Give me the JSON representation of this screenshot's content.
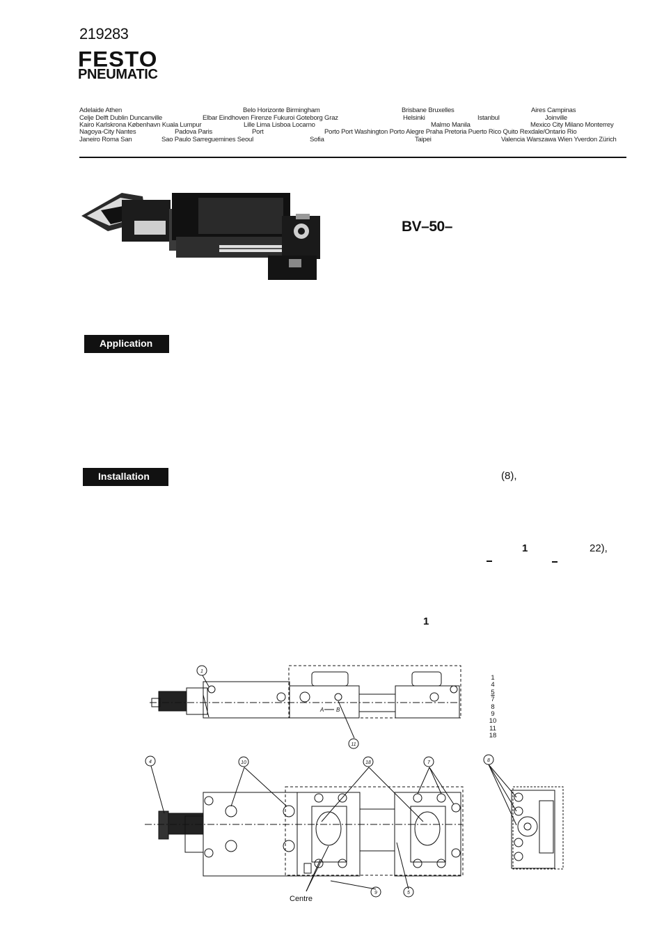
{
  "header": {
    "doc_number": "219283",
    "brand_line1": "FESTO",
    "brand_line2": "PNEUMATIC"
  },
  "city_rows": [
    [
      "Adelaide Athen",
      "Belo Horizonte Birmingham",
      "Brisbane Bruxelles",
      "Aires Campinas"
    ],
    [
      "Celje Delft Dublin Duncanville",
      "Elbar Eindhoven Firenze Fukuroi Goteborg Graz",
      "Helsinki",
      "Istanbul",
      "Joinville"
    ],
    [
      "Kairo Karlskrona København Kuala Lumpur",
      "Lille Lima Lisboa Locarno",
      "Malmo Manila",
      "Mexico City Milano Monterrey"
    ],
    [
      "Nagoya-City Nantes",
      "Padova Paris",
      "Port",
      "Porto Port Washington Porto Alegre Praha Pretoria Puerto Rico Quito Rexdale/Ontario Rio"
    ],
    [
      "Janeiro Roma San",
      "Sao Paulo Sarreguemines Seoul",
      "Sofia",
      "Taipei",
      "Valencia Warszawa Wien Yverdon Zürich"
    ]
  ],
  "model": "BV–50–",
  "sections": {
    "application": "Application",
    "installation": "Installation"
  },
  "fragments": {
    "ref_8": "(8),",
    "ref_1a": "1",
    "ref_22": "22),",
    "ref_1b": "1"
  },
  "legend_numbers": [
    "1",
    "4",
    "5",
    "7",
    "8",
    "9",
    "10",
    "11",
    "18"
  ],
  "callouts": [
    "1",
    "11",
    "4",
    "10",
    "18",
    "7",
    "8",
    "9",
    "5"
  ],
  "drawing_labels": {
    "arrow_a": "A",
    "arrow_b": "B",
    "centre": "Centre"
  }
}
